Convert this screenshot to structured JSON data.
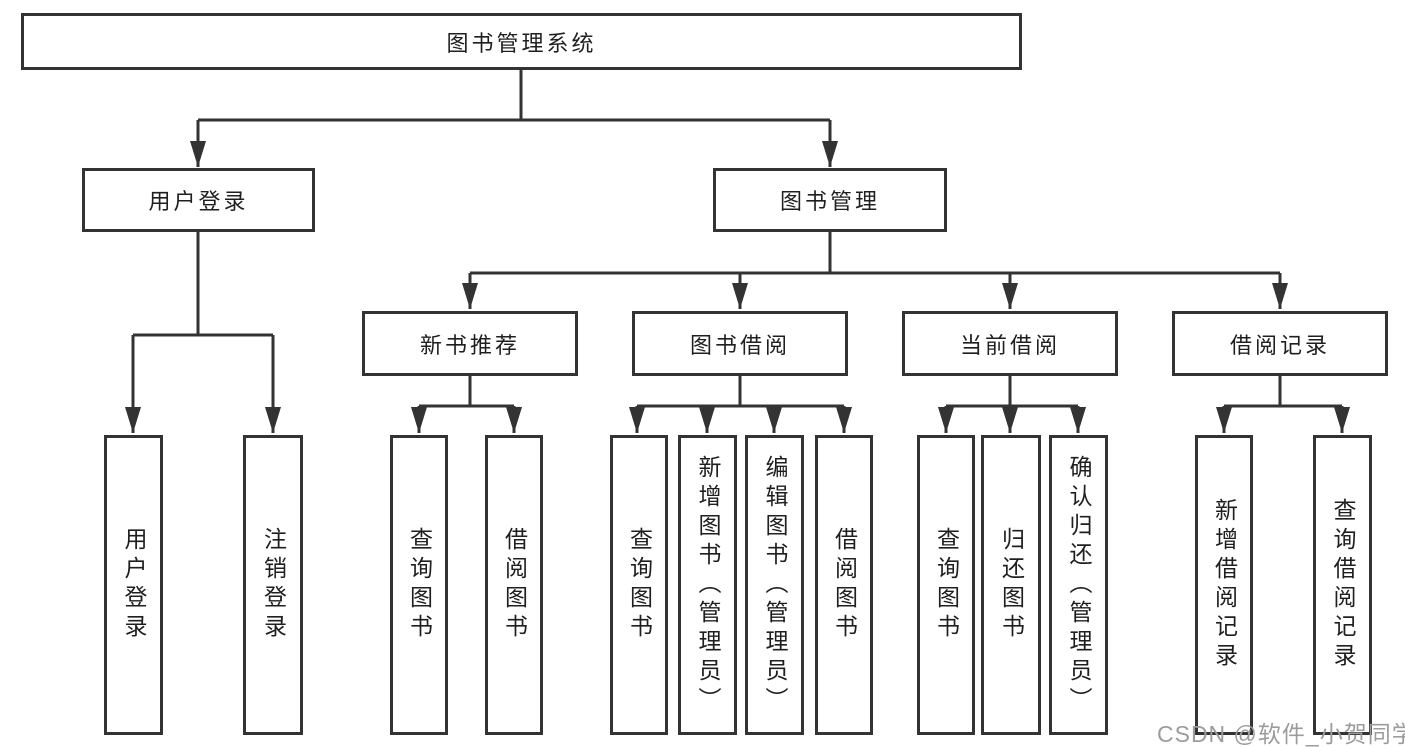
{
  "diagram": {
    "root": "图书管理系统",
    "level2": {
      "user_login": "用户登录",
      "book_mgmt": "图书管理"
    },
    "level3": {
      "new_books": "新书推荐",
      "book_borrow": "图书借阅",
      "current_borrow": "当前借阅",
      "borrow_records": "借阅记录"
    },
    "leaves": {
      "user_login": [
        "用户登录",
        "注销登录"
      ],
      "new_books": [
        "查询图书",
        "借阅图书"
      ],
      "book_borrow": [
        "查询图书",
        "新增图书（管理员）",
        "编辑图书（管理员）",
        "借阅图书"
      ],
      "current_borrow": [
        "查询图书",
        "归还图书",
        "确认归还（管理员）"
      ],
      "borrow_records": [
        "新增借阅记录",
        "查询借阅记录"
      ]
    },
    "line_color": "#333333"
  },
  "watermark": "CSDN @软件_小贺同学"
}
